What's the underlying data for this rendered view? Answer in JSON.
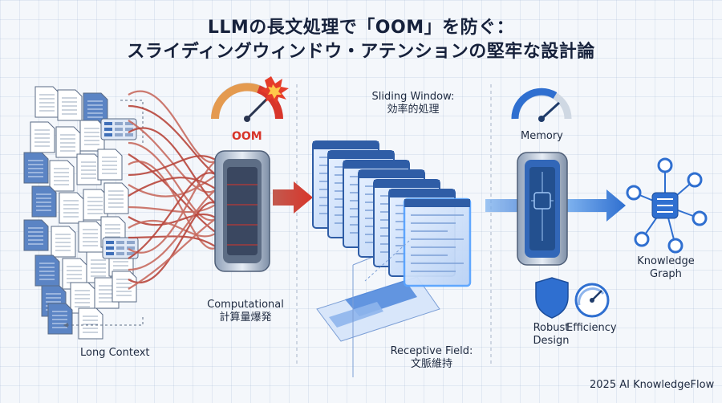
{
  "title": {
    "line1": "LLMの長文処理で「OOM」を防ぐ：",
    "line2": "スライディングウィンドウ・アテンションの堅牢な設計論"
  },
  "labels": {
    "long_context": "Long Context",
    "oom": "OOM",
    "computational_1": "Computational",
    "computational_2": "計算量爆発",
    "sliding_window_1": "Sliding Window:",
    "sliding_window_2": "効率的処理",
    "receptive_field_1": "Receptive Field:",
    "receptive_field_2": "文脈維持",
    "memory": "Memory",
    "knowledge_graph_1": "Knowledge",
    "knowledge_graph_2": "Graph",
    "robust_1": "Robust",
    "robust_2": "Design",
    "efficiency": "Efficiency",
    "credit": "2025 AI KnowledgeFlow"
  },
  "colors": {
    "accent_blue": "#2f6fd0",
    "alert_red": "#d8352a",
    "wire_red": "#b8463c",
    "doc_blue": "#5b84c4"
  },
  "icons": [
    "document-icon",
    "gauge-icon",
    "server-icon",
    "window-stack-icon",
    "shield-icon",
    "speedometer-icon",
    "graph-network-icon"
  ]
}
